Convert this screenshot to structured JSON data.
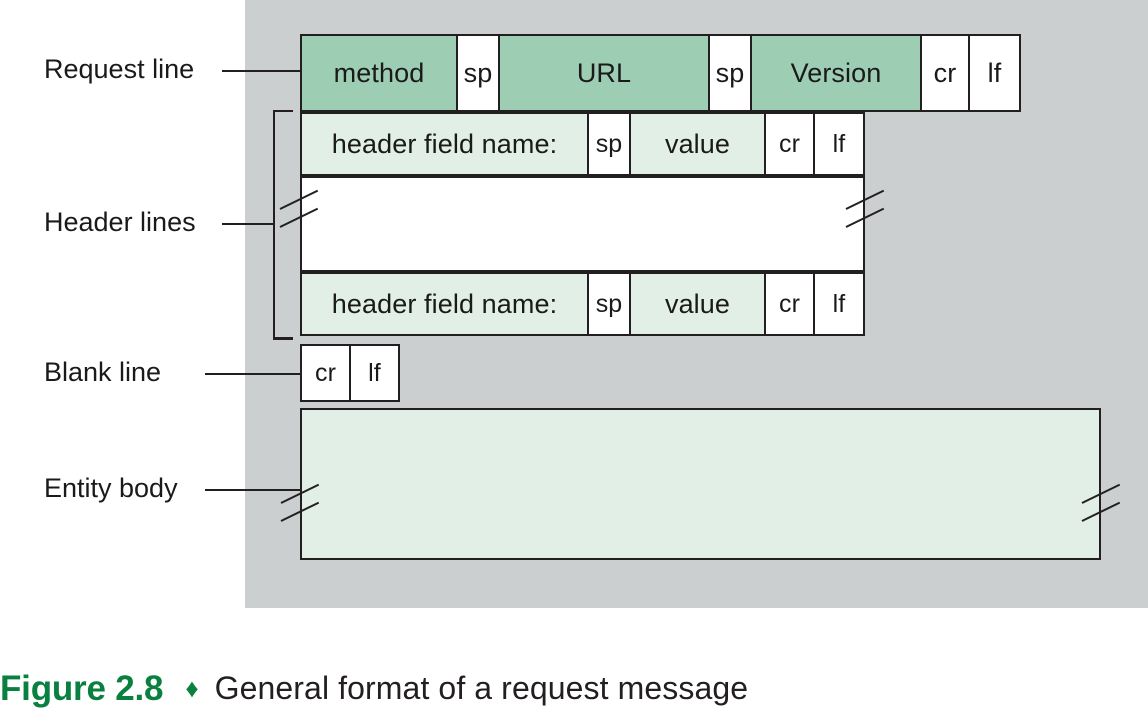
{
  "figure": {
    "number_label": "Figure 2.8",
    "diamond": "♦",
    "caption_text": "General format of a request message"
  },
  "colors": {
    "backdrop_gray": "#cbcfd0",
    "accent_green_dark": "#0a8040",
    "cell_green_medium": "#9dcdb3",
    "cell_green_light": "#e2efe7",
    "cell_white": "#ffffff",
    "stroke": "#231f20"
  },
  "annotations": [
    {
      "id": "request-line",
      "label": "Request line"
    },
    {
      "id": "header-lines",
      "label": "Header lines"
    },
    {
      "id": "blank-line",
      "label": "Blank line"
    },
    {
      "id": "entity-body",
      "label": "Entity body"
    }
  ],
  "message": {
    "request_line": {
      "name": "request-line-row",
      "cells": [
        {
          "text": "method",
          "fill": "green"
        },
        {
          "text": "sp",
          "fill": "white"
        },
        {
          "text": "URL",
          "fill": "green"
        },
        {
          "text": "sp",
          "fill": "white"
        },
        {
          "text": "Version",
          "fill": "green"
        },
        {
          "text": "cr",
          "fill": "white"
        },
        {
          "text": "lf",
          "fill": "white"
        }
      ]
    },
    "header_line_first": {
      "name": "header-line-row-first",
      "cells": [
        {
          "text": "header field name:",
          "fill": "lgreen"
        },
        {
          "text": "sp",
          "fill": "white"
        },
        {
          "text": "value",
          "fill": "lgreen"
        },
        {
          "text": "cr",
          "fill": "white"
        },
        {
          "text": "lf",
          "fill": "white"
        }
      ]
    },
    "header_lines_gap": {
      "name": "header-lines-continuation",
      "text": "",
      "fill": "white"
    },
    "header_line_last": {
      "name": "header-line-row-last",
      "cells": [
        {
          "text": "header field name:",
          "fill": "lgreen"
        },
        {
          "text": "sp",
          "fill": "white"
        },
        {
          "text": "value",
          "fill": "lgreen"
        },
        {
          "text": "cr",
          "fill": "white"
        },
        {
          "text": "lf",
          "fill": "white"
        }
      ]
    },
    "blank_line": {
      "name": "blank-line-row",
      "cells": [
        {
          "text": "cr",
          "fill": "white"
        },
        {
          "text": "lf",
          "fill": "white"
        }
      ]
    },
    "entity_body": {
      "name": "entity-body-block",
      "text": "",
      "fill": "lgreen"
    }
  }
}
